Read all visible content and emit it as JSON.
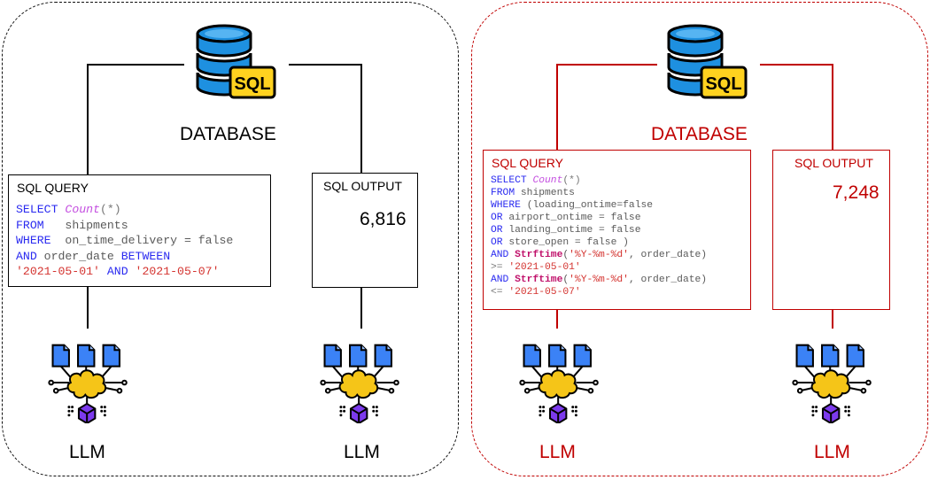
{
  "panels": [
    {
      "id": "left",
      "database_label": "DATABASE",
      "query_title": "SQL QUERY",
      "query_lines": [
        [
          {
            "t": "SELECT ",
            "c": "kw"
          },
          {
            "t": "Count",
            "c": "fn"
          },
          {
            "t": "(*)",
            "c": "op"
          }
        ],
        [
          {
            "t": "FROM   ",
            "c": "kw"
          },
          {
            "t": "shipments",
            "c": "id"
          }
        ],
        [
          {
            "t": "WHERE  ",
            "c": "kw"
          },
          {
            "t": "on_time_delivery = false",
            "c": "id"
          }
        ],
        [
          {
            "t": "AND ",
            "c": "kw"
          },
          {
            "t": "order_date ",
            "c": "id"
          },
          {
            "t": "BETWEEN",
            "c": "kw"
          }
        ],
        [
          {
            "t": "'2021-05-01'",
            "c": "str"
          },
          {
            "t": " AND ",
            "c": "kw"
          },
          {
            "t": "'2021-05-07'",
            "c": "str"
          }
        ]
      ],
      "output_title": "SQL OUTPUT",
      "output_value": "6,816",
      "llm_label": "LLM"
    },
    {
      "id": "right",
      "database_label": "DATABASE",
      "query_title": "SQL QUERY",
      "query_lines": [
        [
          {
            "t": "SELECT ",
            "c": "kw"
          },
          {
            "t": "Count",
            "c": "fn"
          },
          {
            "t": "(*)",
            "c": "op"
          }
        ],
        [
          {
            "t": "FROM ",
            "c": "kw"
          },
          {
            "t": "shipments",
            "c": "id"
          }
        ],
        [
          {
            "t": "WHERE ",
            "c": "kw"
          },
          {
            "t": "(loading_ontime=false",
            "c": "id"
          }
        ],
        [
          {
            "t": "OR ",
            "c": "kw"
          },
          {
            "t": "airport_ontime = false",
            "c": "id"
          }
        ],
        [
          {
            "t": "OR ",
            "c": "kw"
          },
          {
            "t": "landing_ontime = false",
            "c": "id"
          }
        ],
        [
          {
            "t": "OR ",
            "c": "kw"
          },
          {
            "t": "store_open = false )",
            "c": "id"
          }
        ],
        [
          {
            "t": "AND ",
            "c": "kw"
          },
          {
            "t": "Strftime",
            "c": "bold-fn"
          },
          {
            "t": "(",
            "c": "id"
          },
          {
            "t": "'%Y-%m-%d'",
            "c": "str"
          },
          {
            "t": ", order_date)",
            "c": "id"
          }
        ],
        [
          {
            "t": ">= ",
            "c": "op"
          },
          {
            "t": "'2021-05-01'",
            "c": "str"
          }
        ],
        [
          {
            "t": "AND ",
            "c": "kw"
          },
          {
            "t": "Strftime",
            "c": "bold-fn"
          },
          {
            "t": "(",
            "c": "id"
          },
          {
            "t": "'%Y-%m-%d'",
            "c": "str"
          },
          {
            "t": ", order_date)",
            "c": "id"
          }
        ],
        [
          {
            "t": "<= ",
            "c": "op"
          },
          {
            "t": "'2021-05-07'",
            "c": "str"
          }
        ]
      ],
      "output_title": "SQL OUTPUT",
      "output_value": "7,248",
      "llm_label": "LLM"
    }
  ],
  "icons": {
    "database": "sql-database-icon",
    "llm": "llm-brain-documents-icon",
    "sql_badge_text": "SQL"
  },
  "colors": {
    "black": "#000000",
    "red": "#c00000",
    "db_blue": "#1e90e0",
    "badge_yellow": "#ffd21f",
    "doc_blue": "#3b82f6",
    "brain_yellow": "#f5c518",
    "cube_purple": "#7c3aed"
  }
}
